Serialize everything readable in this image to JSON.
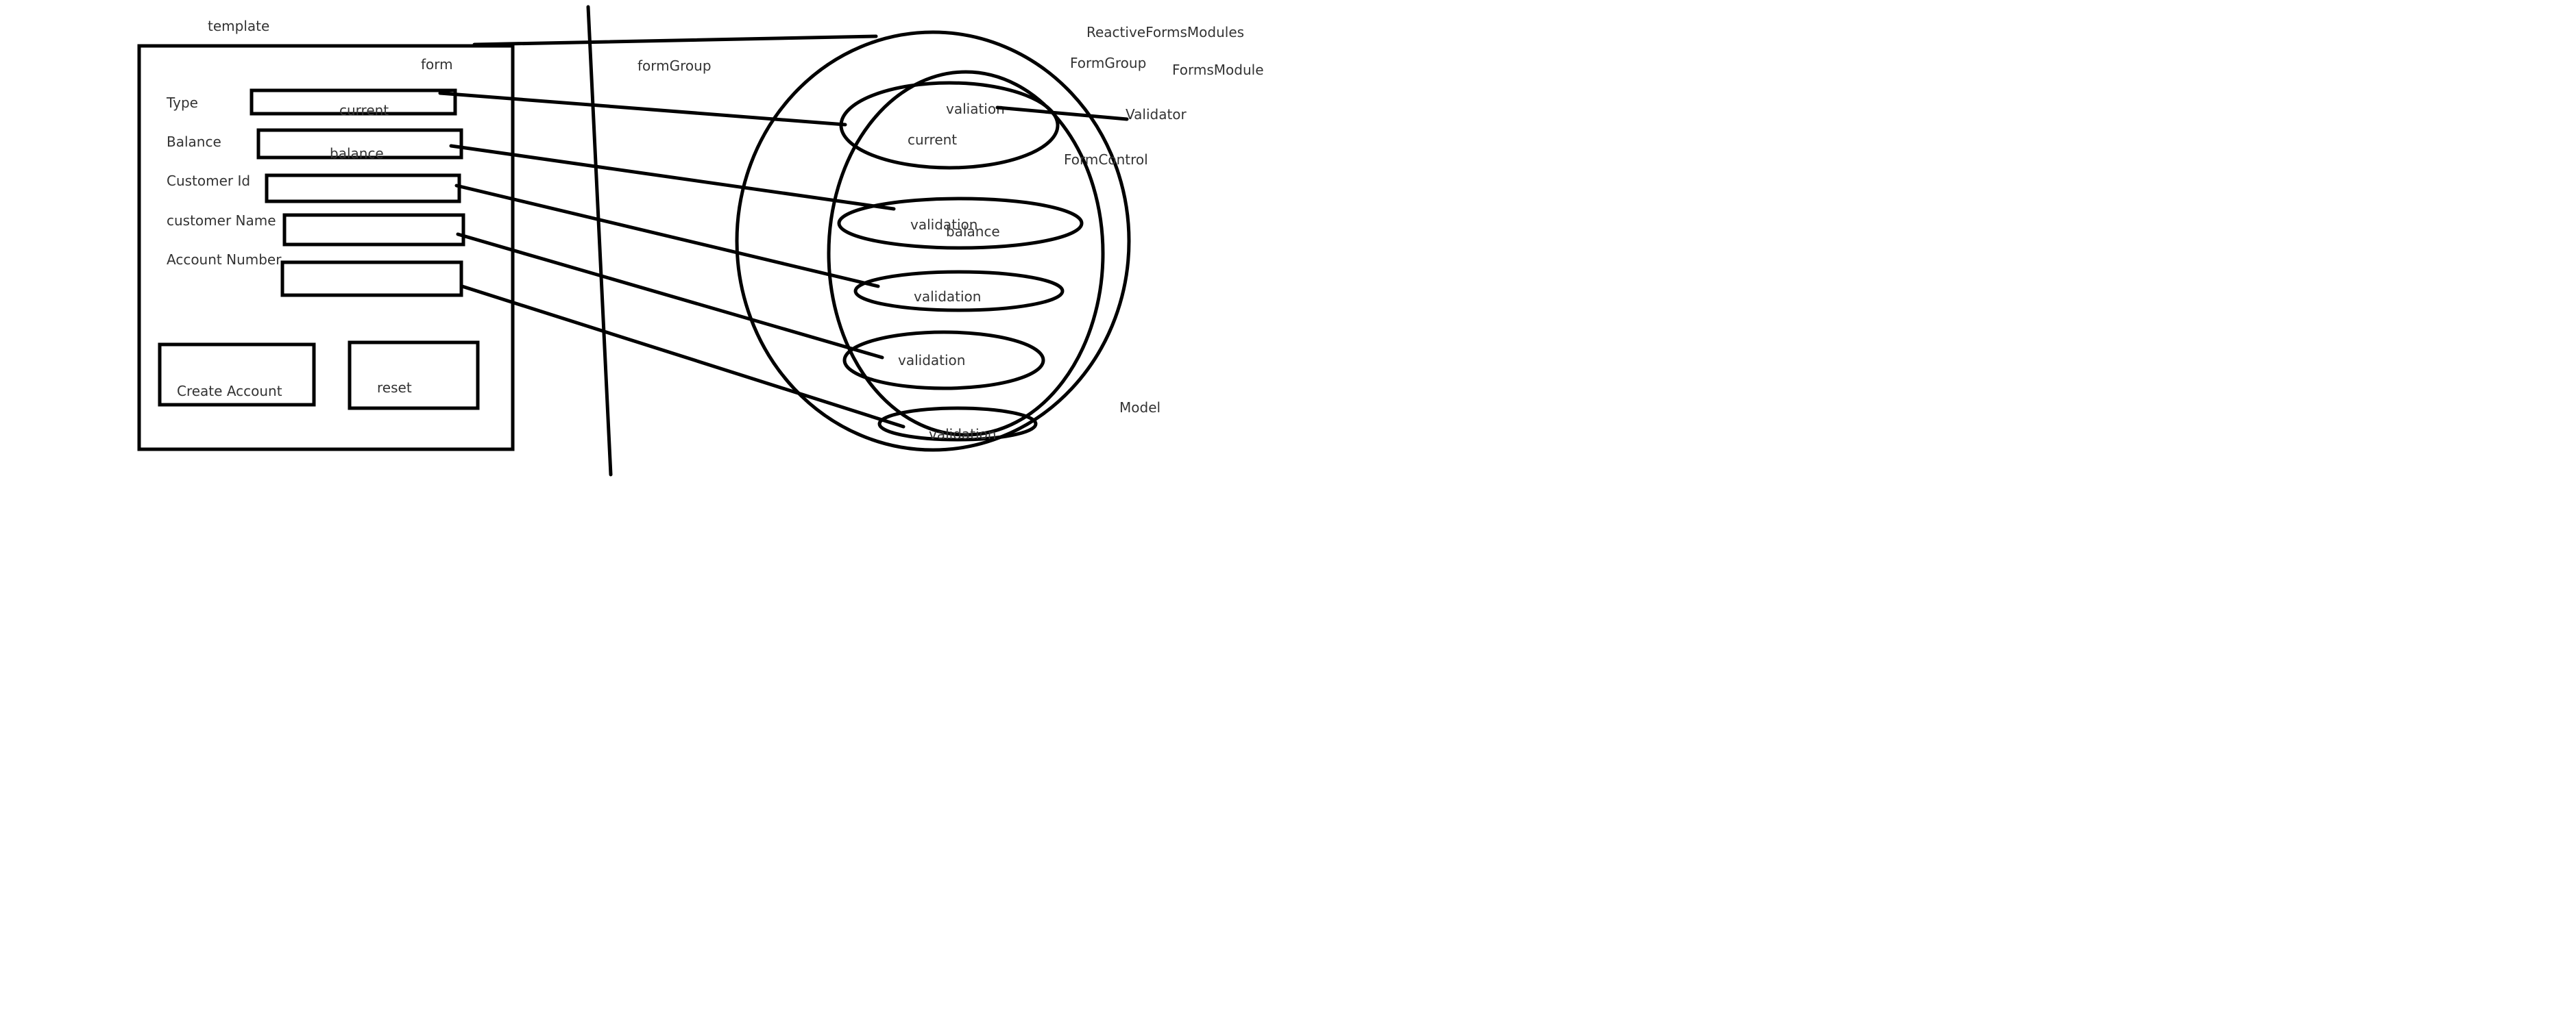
{
  "colors": {
    "ink": "#000000",
    "text": "#333333",
    "background": "#ffffff"
  },
  "template_panel": {
    "heading": "template",
    "form_label": "form",
    "fields": [
      {
        "label": "Type",
        "value": "current"
      },
      {
        "label": "Balance",
        "value": "balance"
      },
      {
        "label": "Customer Id",
        "value": ""
      },
      {
        "label": "customer Name",
        "value": ""
      },
      {
        "label": "Account Number",
        "value": ""
      }
    ],
    "create_button_label": "Create Account",
    "reset_button_label": "reset"
  },
  "model_panel": {
    "form_group_binding_label": "formGroup",
    "reactive_forms_module_label": "ReactiveFormsModules",
    "form_group_label": "FormGroup",
    "forms_module_label": "FormsModule",
    "validator_label": "Validator",
    "form_control_label": "FormControl",
    "model_label": "Model",
    "controls": [
      {
        "validation_text": "valiation",
        "value_text": "current"
      },
      {
        "validation_text": "validation",
        "value_text": "balance"
      },
      {
        "validation_text": "validation",
        "value_text": ""
      },
      {
        "validation_text": "validation",
        "value_text": ""
      },
      {
        "validation_text": "validation",
        "value_text": ""
      }
    ]
  }
}
